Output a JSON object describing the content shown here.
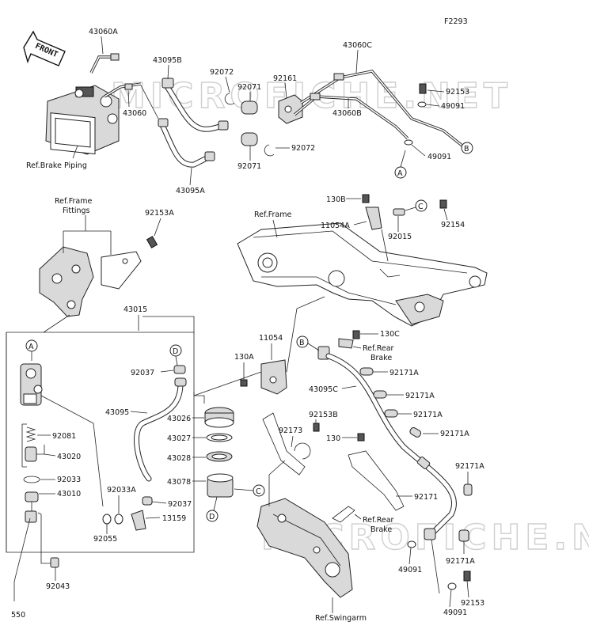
{
  "figure_code": "F2293",
  "front_label": "FRONT",
  "watermark": "MICROFICHE.NET",
  "refs": {
    "brake_piping": "Ref.Brake Piping",
    "frame_fittings": "Ref.Frame\nFittings",
    "frame": "Ref.Frame",
    "rear_brake_1": "Ref.Rear\nBrake",
    "rear_brake_2": "Ref.Rear\nBrake",
    "swingarm": "Ref.Swingarm"
  },
  "markers": {
    "A": "A",
    "B": "B",
    "C": "C",
    "D": "D"
  },
  "part_numbers": [
    "43060A",
    "43095B",
    "92072",
    "92161",
    "43060C",
    "43060",
    "92071",
    "43060B",
    "92153",
    "49091",
    "92072",
    "92071",
    "49091",
    "43095A",
    "130B",
    "11054A",
    "92015",
    "92154",
    "92153A",
    "43015",
    "130C",
    "11054",
    "130A",
    "43095C",
    "92171A",
    "92171A",
    "92171A",
    "92171A",
    "92037",
    "43095",
    "43026",
    "43027",
    "43028",
    "43078",
    "92037",
    "13159",
    "92033A",
    "92153B",
    "92173",
    "130",
    "92081",
    "43020",
    "92033",
    "43010",
    "92055",
    "92043",
    "550",
    "92171",
    "92171A",
    "92171A",
    "49091",
    "49091",
    "92153"
  ]
}
